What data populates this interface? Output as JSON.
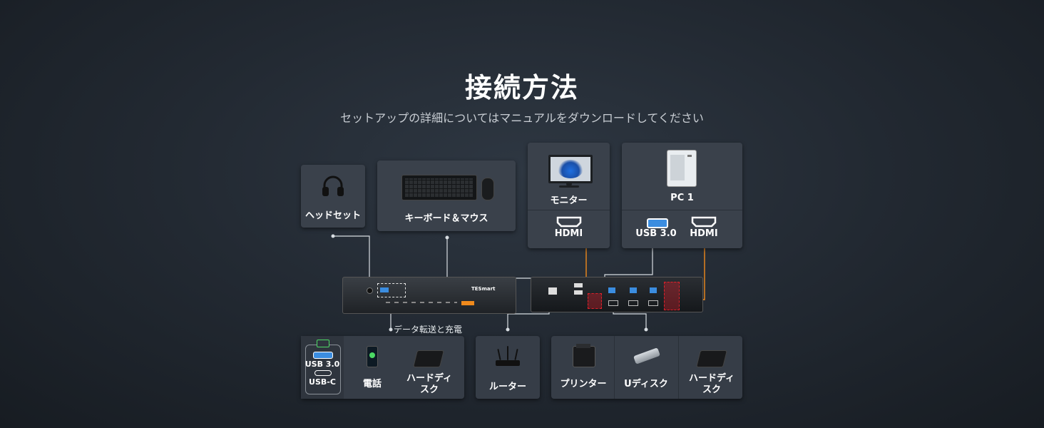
{
  "header": {
    "title": "接続方法",
    "subtitle": "セットアップの詳細についてはマニュアルをダウンロードしてください"
  },
  "top_devices": {
    "headset": "ヘッドセット",
    "keyboard_mouse": "キーボード＆マウス",
    "monitor": "モニター",
    "monitor_port": "HDMI",
    "pc": "PC 1",
    "pc_port_usb": "USB 3.0",
    "pc_port_hdmi": "HDMI"
  },
  "kvm": {
    "brand": "TESmart"
  },
  "note_label": "データ転送と充電",
  "bottom_left": {
    "port_usb3": "USB 3.0",
    "port_usbc": "USB-C",
    "phone": "電話",
    "hdd_line1": "ハードディ",
    "hdd_line2": "スク"
  },
  "bottom_mid": {
    "router": "ルーター"
  },
  "bottom_right": {
    "printer": "プリンター",
    "udisk": "Uディスク",
    "hdd_line1": "ハードディ",
    "hdd_line2": "スク"
  },
  "colors": {
    "wire_white": "#d8dde2",
    "wire_orange": "#f08a1c",
    "highlight_red": "#e0202a",
    "usb_blue": "#3b8de0",
    "charge_green": "#4cd964"
  }
}
